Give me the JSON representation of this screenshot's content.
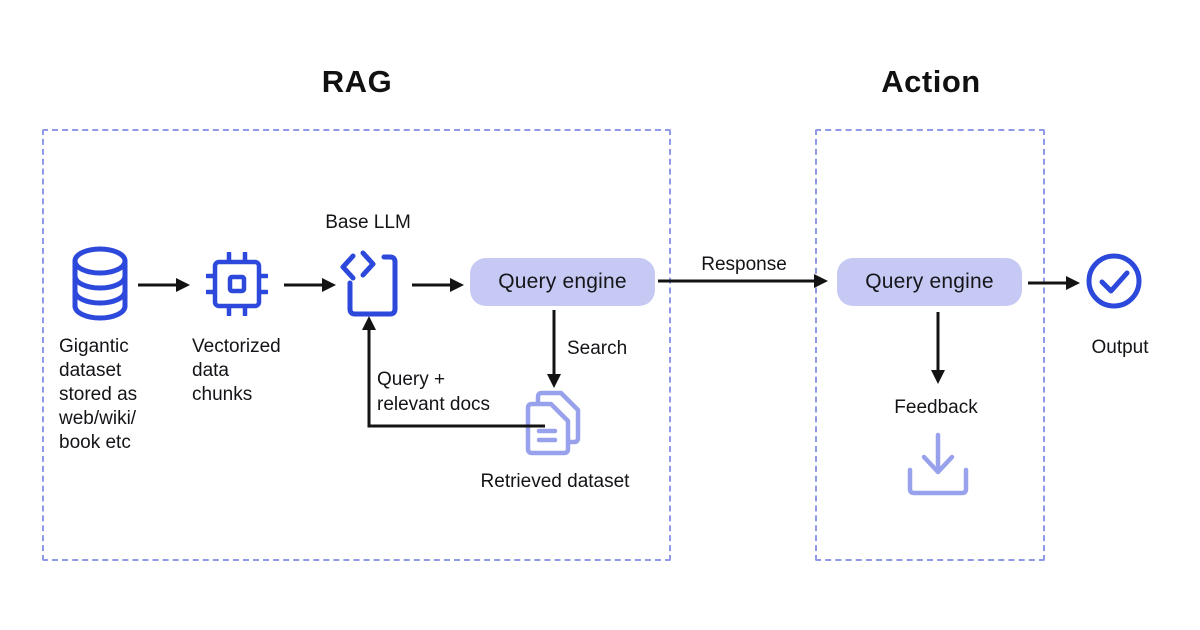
{
  "titles": {
    "rag": "RAG",
    "action": "Action"
  },
  "rag_section": {
    "dataset_caption": "Gigantic\ndataset\nstored as\nweb/wiki/\nbook etc",
    "vectorized_caption": "Vectorized\ndata\nchunks",
    "base_llm_label": "Base LLM",
    "query_engine_label": "Query engine",
    "search_label": "Search",
    "retrieved_dataset_label": "Retrieved dataset",
    "query_docs_label": "Query +\nrelevant docs"
  },
  "flow": {
    "response_label": "Response"
  },
  "action_section": {
    "query_engine_label": "Query engine",
    "feedback_label": "Feedback"
  },
  "output_label": "Output",
  "icons": {
    "database": "database-icon",
    "chip": "chip-icon",
    "code": "code-brackets-icon",
    "documents": "documents-icon",
    "check": "check-circle-icon",
    "download": "download-tray-icon"
  },
  "colors": {
    "icon_blue": "#2c49dc",
    "light_periwinkle": "#97a1ec",
    "pill_background": "#c5c9f3",
    "dashed_border": "#8f99e8",
    "arrow_black": "#131313",
    "text": "#161616",
    "background": "#ffffff"
  }
}
